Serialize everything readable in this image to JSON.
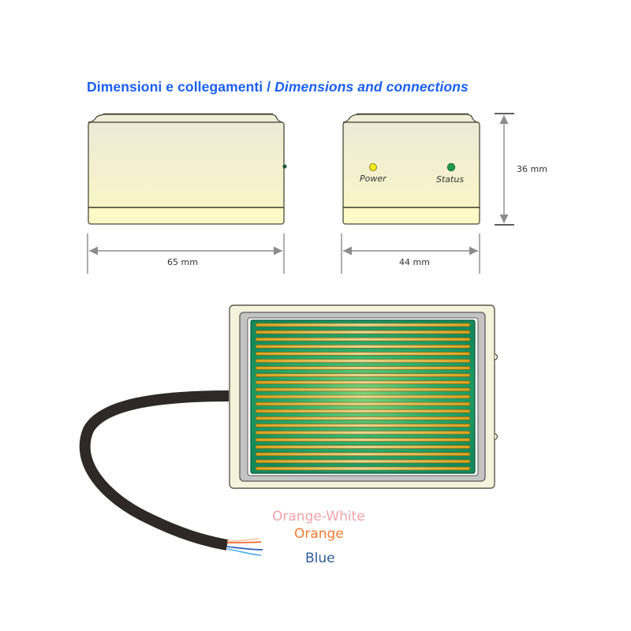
{
  "title": {
    "italian": "Dimensioni e collegamenti /",
    "english": "Dimensions and connections",
    "color": "#1a5ff0"
  },
  "side_view": {
    "width_label": "65 mm"
  },
  "front_view": {
    "width_label": "44 mm",
    "height_label": "36 mm",
    "leds": [
      {
        "label": "Power",
        "color": "#f2e417"
      },
      {
        "label": "Status",
        "color": "#1f9a4a"
      }
    ]
  },
  "sensor": {
    "stripe_count": 21,
    "board_color": "#1f9a6a",
    "stripe_color": "#e0b020"
  },
  "cable": {
    "color": "#2e2926",
    "wires": [
      {
        "label": "Orange-White",
        "color": "#f0a0a0"
      },
      {
        "label": "Orange",
        "color": "#f07830"
      },
      {
        "label": "Blue",
        "color": "#2e5c9a"
      }
    ]
  },
  "colors": {
    "housing": "#fbf7c8",
    "housing_top": "#efecd6",
    "outline": "#4a4a3a",
    "dimension_line": "#8c8c8c"
  }
}
